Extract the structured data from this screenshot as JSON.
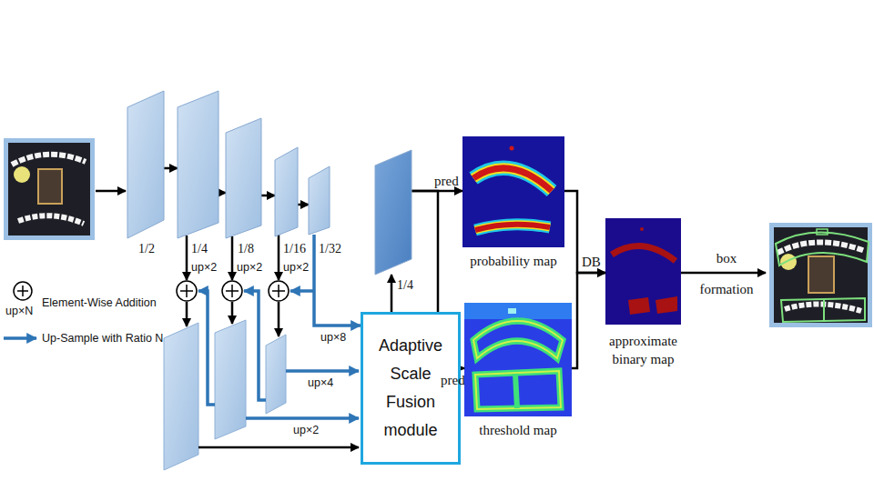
{
  "diagram": {
    "nodes": [
      {
        "text": [
          "1/2"
        ]
      },
      {
        "text": [
          "1/4"
        ]
      },
      {
        "text": [
          "1/8"
        ]
      },
      {
        "text": [
          "1/16"
        ]
      },
      {
        "text": [
          "1/32"
        ]
      },
      {
        "text": [
          "Adaptive Scale Fusion module"
        ]
      },
      {
        "text": [
          "1/4"
        ]
      },
      {
        "text": [
          "probability map"
        ]
      },
      {
        "text": [
          "threshold map"
        ]
      },
      {
        "text": [
          "approximate binary map"
        ]
      }
    ],
    "edges": [
      {
        "from": 0,
        "to": 1,
        "arrow": "to"
      },
      {
        "from": 1,
        "to": 2,
        "arrow": "to"
      },
      {
        "from": 2,
        "to": 3,
        "arrow": "to"
      },
      {
        "from": 3,
        "to": 4,
        "arrow": "to"
      },
      {
        "from": 4,
        "to": 5,
        "label": "up×8",
        "arrow": "to"
      },
      {
        "from": 5,
        "to": 6,
        "arrow": "to"
      },
      {
        "from": 6,
        "to": 7,
        "label": "pred",
        "arrow": "to"
      },
      {
        "from": 6,
        "to": 8,
        "label": "pred",
        "arrow": "to"
      },
      {
        "from": 7,
        "to": 9,
        "label": "DB",
        "arrow": "to"
      },
      {
        "from": 8,
        "to": 9,
        "arrow": "to"
      }
    ],
    "labels": [
      "up×2",
      "up×2",
      "up×2",
      "up×4",
      "up×2",
      "up×N",
      "box formation"
    ],
    "legend": [
      {
        "text": "Element-Wise Addition"
      },
      {
        "text": "Up-Sample with Ratio N"
      }
    ]
  }
}
